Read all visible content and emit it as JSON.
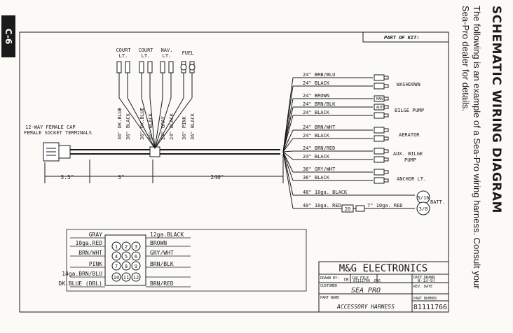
{
  "page_tab": "C-6",
  "side_title": "SCHEMATIC WIRING DIAGRAM",
  "side_text_line1": "The following is an example of a Sea-Pro wiring harness. Consult your",
  "side_text_line2": "Sea-Pro dealer for details.",
  "part_of_kit_label": "PART OF KIT:",
  "top_labels": {
    "court1": [
      "COURT",
      "LT."
    ],
    "court2": [
      "COURT",
      "LT."
    ],
    "nav": [
      "NAV.",
      "LT."
    ],
    "fuel": "FUEL"
  },
  "vertical_wires": [
    "36\" DK.BLUE",
    "36\" BLACK",
    "36\" DK.BLUE",
    "36\" BLACK",
    "24\" GRAY",
    "24\" BLACK",
    "36\" PINK",
    "36\" BLACK"
  ],
  "cap_label": [
    "12-WAY FEMALE CAP",
    "FEMALE SOCKET TERMINALS"
  ],
  "dimensions": [
    "3.5\"",
    "3\"",
    "240\""
  ],
  "right_wires": [
    "24\" BRB/BLU",
    "24\" BLACK",
    "24\" BROWN",
    "24\" BRN/BLK",
    "24\" BLACK",
    "24\" BRN/WHT",
    "24\" BLACK",
    "24\" BRN/RED",
    "24\" BLACK",
    "36\" GRY/WHT",
    "36\" BLACK",
    "48\" 10ga. BLACK",
    "40\" 10ga. RED",
    "7\" 10ga. RED"
  ],
  "loads": {
    "washdown": "WASHDOWN",
    "bilge": "BILGE PUMP",
    "aerator": "AERATOR",
    "aux_bilge": [
      "AUX. BILGE",
      "PUMP"
    ],
    "anchor": "ANCHOR LT.",
    "batt": "BATT."
  },
  "switch_labels": {
    "man": "MAN",
    "auto": "AUTO"
  },
  "fuse": "20",
  "ring_terminals": [
    "5/16",
    "3/8"
  ],
  "pin_left": [
    "GRAY",
    "10ga.RED",
    "BRN/WHT",
    "PINK",
    "14ga.BRN/BLU",
    "DK.BLUE (DBL)"
  ],
  "pin_right": [
    "12ga.BLACK",
    "BROWN",
    "GRY/WHT",
    "BRN/BLK",
    "",
    "BRN/RED"
  ],
  "pins": [
    "1",
    "2",
    "3",
    "4",
    "5",
    "6",
    "7",
    "8",
    "9",
    "10",
    "11",
    "12"
  ],
  "title_block": {
    "company": "M&G ELECTRONICS",
    "drawn_by_label": "DRAWN BY:",
    "drawn_by": "TM",
    "cad_file_label": "CAD FILE",
    "cad_file": "81111766 .DWG",
    "date_drawn_label": "DATE DRAWN",
    "date_drawn": "8-13-97",
    "customer_label": "CUSTOMER",
    "customer": "SEA PRO",
    "rev_date_label": "REV. DATE",
    "part_name_label": "PART NAME",
    "part_name": "ACCESSORY HARNESS",
    "part_number_label": "PART NUMBER",
    "part_number": "81111766"
  }
}
